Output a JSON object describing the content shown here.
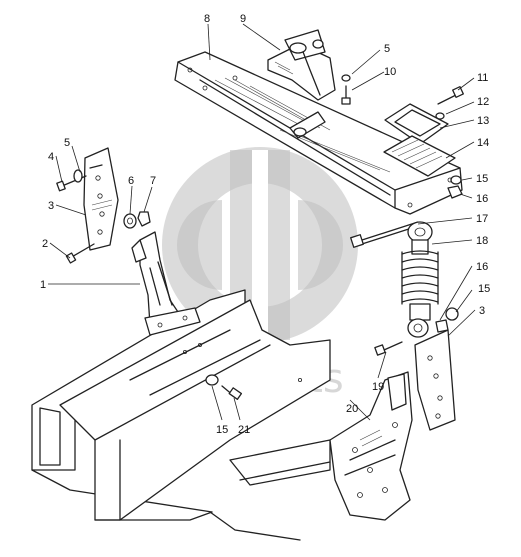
{
  "watermark": {
    "text": "dalb-parts",
    "logo": "dp-monogram"
  },
  "callouts": [
    {
      "id": "c1",
      "label": "1"
    },
    {
      "id": "c2",
      "label": "2"
    },
    {
      "id": "c3a",
      "label": "3"
    },
    {
      "id": "c3b",
      "label": "3"
    },
    {
      "id": "c4",
      "label": "4"
    },
    {
      "id": "c5a",
      "label": "5"
    },
    {
      "id": "c5b",
      "label": "5"
    },
    {
      "id": "c6",
      "label": "6"
    },
    {
      "id": "c7",
      "label": "7"
    },
    {
      "id": "c8",
      "label": "8"
    },
    {
      "id": "c9",
      "label": "9"
    },
    {
      "id": "c10",
      "label": "10"
    },
    {
      "id": "c11",
      "label": "11"
    },
    {
      "id": "c12",
      "label": "12"
    },
    {
      "id": "c13",
      "label": "13"
    },
    {
      "id": "c14",
      "label": "14"
    },
    {
      "id": "c15a",
      "label": "15"
    },
    {
      "id": "c15b",
      "label": "15"
    },
    {
      "id": "c15c",
      "label": "15"
    },
    {
      "id": "c16a",
      "label": "16"
    },
    {
      "id": "c16b",
      "label": "16"
    },
    {
      "id": "c17",
      "label": "17"
    },
    {
      "id": "c18",
      "label": "18"
    },
    {
      "id": "c19",
      "label": "19"
    },
    {
      "id": "c20",
      "label": "20"
    },
    {
      "id": "c21",
      "label": "21"
    }
  ]
}
